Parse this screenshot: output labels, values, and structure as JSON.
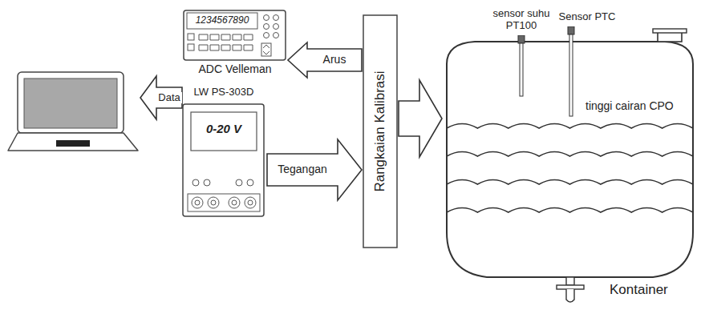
{
  "diagram": {
    "nodes": [
      {
        "text": []
      },
      {
        "text": [
          "1234567890",
          "ADC Velleman"
        ]
      },
      {
        "text": [
          "LW PS-303D",
          "0-20 V"
        ]
      },
      {
        "text": [
          "Rangkaian Kalibrasi"
        ]
      },
      {
        "text": [
          "Kontainer"
        ]
      },
      {
        "text": [
          "sensor suhu PT100"
        ],
        "in": 4
      },
      {
        "text": [
          "Sensor PTC"
        ],
        "in": 4
      }
    ],
    "edges": [
      {
        "from": 1,
        "to": 0,
        "arrow": "to",
        "label": "Data"
      },
      {
        "from": 3,
        "to": 1,
        "arrow": "to",
        "label": "Arus"
      },
      {
        "from": 2,
        "to": 3,
        "arrow": "to",
        "label": "Tegangan"
      },
      {
        "from": 3,
        "to": 4,
        "arrow": "to"
      }
    ],
    "labels": [
      "tinggi cairan CPO"
    ]
  }
}
